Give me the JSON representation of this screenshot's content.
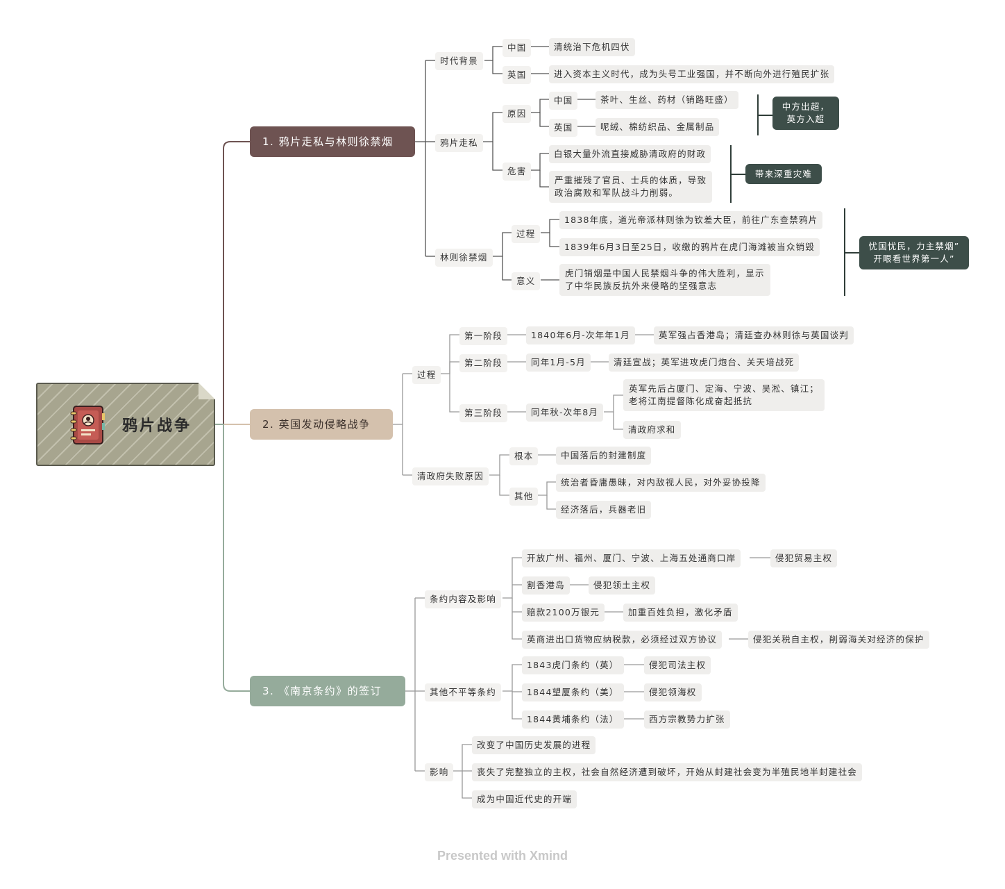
{
  "root": {
    "title": "鸦片战争",
    "icon": "notebook-user-icon"
  },
  "branch1": {
    "title": "1. 鸦片走私与林则徐禁烟",
    "background": {
      "label": "时代背景",
      "china": {
        "label": "中国",
        "text": "清统治下危机四伏"
      },
      "britain": {
        "label": "英国",
        "text": "进入资本主义时代，成为头号工业强国，并不断向外进行殖民扩张"
      }
    },
    "smuggling": {
      "label": "鸦片走私",
      "cause": {
        "label": "原因",
        "china": {
          "label": "中国",
          "text": "茶叶、生丝、药材（销路旺盛）"
        },
        "britain": {
          "label": "英国",
          "text": "呢绒、棉纺织品、金属制品"
        },
        "summary": "中方出超，\n英方入超"
      },
      "harm": {
        "label": "危害",
        "item1": "白银大量外流直接威胁清政府的财政",
        "item2": "严重摧残了官员、士兵的体质，导致\n政治腐败和军队战斗力削弱。",
        "summary": "带来深重灾难"
      }
    },
    "ban": {
      "label": "林则徐禁烟",
      "process": {
        "label": "过程",
        "item1": "1838年底，道光帝派林则徐为钦差大臣，前往广东查禁鸦片",
        "item2": "1839年6月3日至25日，收缴的鸦片在虎门海滩被当众销毁"
      },
      "meaning": {
        "label": "意义",
        "text": "虎门销烟是中国人民禁烟斗争的伟大胜利，显示\n了中华民族反抗外来侵略的坚强意志"
      },
      "summary": "忧国忧民，力主禁烟”\n开眼看世界第一人”"
    }
  },
  "branch2": {
    "title": "2. 英国发动侵略战争",
    "process": {
      "label": "过程",
      "stage1": {
        "label": "第一阶段",
        "time": "1840年6月-次年年1月",
        "text": "英军强占香港岛；清廷查办林则徐与英国谈判"
      },
      "stage2": {
        "label": "第二阶段",
        "time": "同年1月-5月",
        "text": "清廷宣战；英军进攻虎门炮台、关天培战死"
      },
      "stage3": {
        "label": "第三阶段",
        "time": "同年秋-次年8月",
        "text1": "英军先后占厦门、定海、宁波、吴淞、镇江；\n老将江南提督陈化成奋起抵抗",
        "text2": "清政府求和"
      }
    },
    "failure": {
      "label": "清政府失败原因",
      "root": {
        "label": "根本",
        "text": "中国落后的封建制度"
      },
      "other": {
        "label": "其他",
        "text1": "统治者昏庸愚昧，对内敌视人民，对外妥协投降",
        "text2": "经济落后，兵器老旧"
      }
    }
  },
  "branch3": {
    "title": "3. 《南京条约》的签订",
    "content": {
      "label": "条约内容及影响",
      "item1": {
        "text": "开放广州、福州、厦门、宁波、上海五处通商口岸",
        "impact": "侵犯贸易主权"
      },
      "item2": {
        "text": "割香港岛",
        "impact": "侵犯领土主权"
      },
      "item3": {
        "text": "赔款2100万银元",
        "impact": "加重百姓负担，激化矛盾"
      },
      "item4": {
        "text": "英商进出口货物应纳税款，必须经过双方协议",
        "impact": "侵犯关税自主权，削弱海关对经济的保护"
      }
    },
    "others": {
      "label": "其他不平等条约",
      "item1": {
        "text": "1843虎门条约（英）",
        "impact": "侵犯司法主权"
      },
      "item2": {
        "text": "1844望厦条约（美）",
        "impact": "侵犯领海权"
      },
      "item3": {
        "text": "1844黄埔条约（法）",
        "impact": "西方宗教势力扩张"
      }
    },
    "effect": {
      "label": "影响",
      "item1": "改变了中国历史发展的进程",
      "item2": "丧失了完整独立的主权，社会自然经济遭到破坏，开始从封建社会变为半殖民地半封建社会",
      "item3": "成为中国近代史的开端"
    }
  },
  "footer": "Presented with Xmind",
  "colors": {
    "branch1": "#6e5352",
    "branch2": "#d4c1ad",
    "branch3": "#95ab9b",
    "summary": "#3d4e49",
    "leaf": "#efeeec"
  }
}
